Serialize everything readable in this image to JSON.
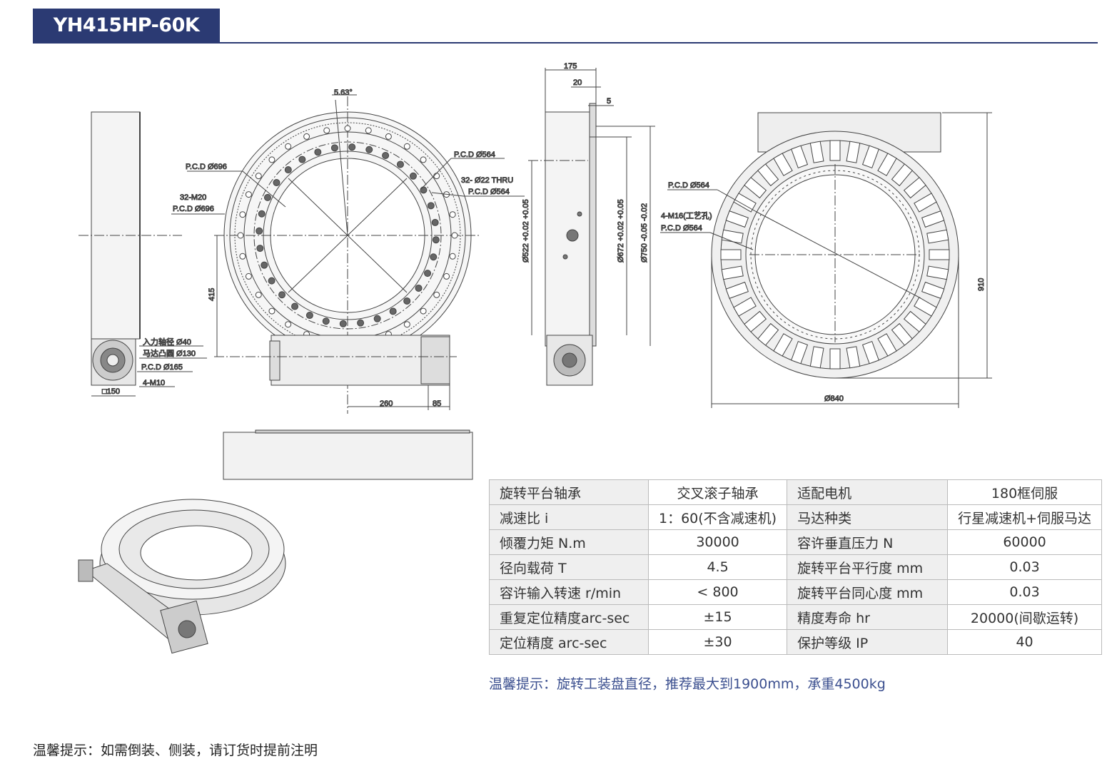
{
  "header": {
    "model": "YH415HP-60K",
    "accent_color": "#2b3a73"
  },
  "drawing": {
    "front_view": {
      "angle": "5.63°",
      "pcd_696_a": "P.C.D Ø696",
      "m20_holes": "32-M20",
      "pcd_696_b": "P.C.D Ø696",
      "pcd_564_a": "P.C.D Ø564",
      "thru_holes": "32- Ø22 THRU",
      "pcd_564_b": "P.C.D Ø564",
      "height_415": "415",
      "dim_260": "260",
      "dim_85": "85"
    },
    "motor_end": {
      "input_shaft": "入力轴径 Ø40",
      "motor_boss": "马达凸圆 Ø130",
      "pcd_165": "P.C.D Ø165",
      "m10": "4-M10",
      "square_150": "□150"
    },
    "side_view": {
      "dim_175": "175",
      "dim_20": "20",
      "dim_5": "5",
      "d522": "Ø522 +0.02 +0.05",
      "d672": "Ø672 +0.02 +0.05",
      "d750": "Ø750 -0.05 -0.02"
    },
    "back_view": {
      "pcd_564_a": "P.C.D Ø564",
      "m16": "4-M16(工艺孔)",
      "pcd_564_b": "P.C.D Ø564",
      "height_910": "910",
      "dia_840": "Ø840"
    }
  },
  "specs": {
    "rows": [
      [
        "旋转平台轴承",
        "交叉滚子轴承",
        "适配电机",
        "180框伺服"
      ],
      [
        "减速比 i",
        "1：60(不含减速机)",
        "马达种类",
        "行星减速机+伺服马达"
      ],
      [
        "倾覆力矩 N.m",
        "30000",
        "容许垂直压力 N",
        "60000"
      ],
      [
        "径向载荷 T",
        "4.5",
        "旋转平台平行度 mm",
        "0.03"
      ],
      [
        "容许输入转速 r/min",
        "< 800",
        "旋转平台同心度 mm",
        "0.03"
      ],
      [
        "重复定位精度arc-sec",
        "±15",
        "精度寿命 hr",
        "20000(间歇运转)"
      ],
      [
        "定位精度 arc-sec",
        "±30",
        "保护等级 IP",
        "40"
      ]
    ]
  },
  "notes": {
    "table_note": "温馨提示：旋转工装盘直径，推荐最大到1900mm，承重4500kg",
    "bottom_note": "温馨提示：如需倒装、侧装，请订货时提前注明"
  }
}
